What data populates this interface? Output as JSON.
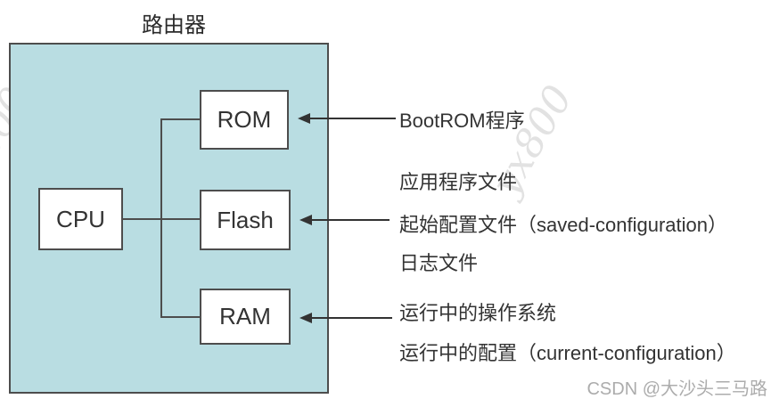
{
  "title": "路由器",
  "router": {
    "components": {
      "cpu": "CPU",
      "rom": "ROM",
      "flash": "Flash",
      "ram": "RAM"
    }
  },
  "annotations": {
    "rom": [
      "BootROM程序"
    ],
    "flash": [
      "应用程序文件",
      "起始配置文件（saved-configuration）",
      "日志文件"
    ],
    "ram": [
      "运行中的操作系统",
      "运行中的配置（current-configuration）"
    ]
  },
  "watermarks": {
    "diagonal": "yx800",
    "credit": "CSDN @大沙头三马路"
  },
  "colors": {
    "router_fill": "#b9dde2",
    "box_border": "#4d4d4d",
    "text": "#333333"
  }
}
